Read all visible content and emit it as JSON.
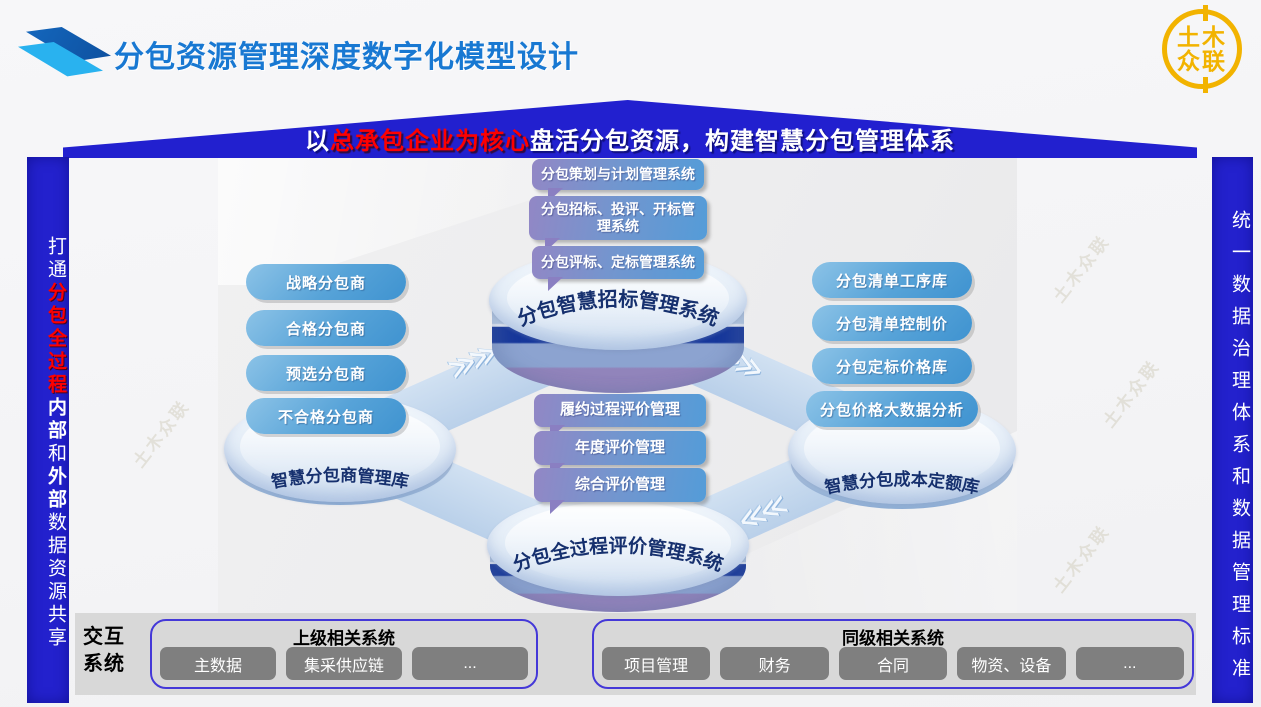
{
  "header": {
    "title": "分包资源管理深度数字化模型设计",
    "logo": {
      "top": "土木",
      "bottom": "众联"
    }
  },
  "banner": {
    "prefix": "以",
    "highlight": "总承包企业为核心",
    "rest": "盘活分包资源，构建智慧分包管理体系"
  },
  "left_bar": {
    "segments": [
      {
        "text": "打通",
        "emphasis": "none"
      },
      {
        "text": "分包全过程",
        "emphasis": "red"
      },
      {
        "text": "内部",
        "emphasis": "bold"
      },
      {
        "text": "和",
        "emphasis": "none"
      },
      {
        "text": "外部",
        "emphasis": "bold"
      },
      {
        "text": "数据资源共享",
        "emphasis": "none"
      }
    ]
  },
  "right_bar": {
    "text": "统一数据治理体系和数据管理标准"
  },
  "diagram": {
    "top_system": {
      "label": "分包智慧招标管理系统",
      "items": [
        "分包策划与计划管理系统",
        "分包招标、投评、开标管理系统",
        "分包评标、定标管理系统"
      ]
    },
    "bottom_system": {
      "label": "分包全过程评价管理系统",
      "items": [
        "履约过程评价管理",
        "年度评价管理",
        "综合评价管理"
      ]
    },
    "left_library": {
      "label": "智慧分包商管理库",
      "items": [
        "战略分包商",
        "合格分包商",
        "预选分包商",
        "不合格分包商"
      ]
    },
    "right_library": {
      "label": "智慧分包成本定额库",
      "items": [
        "分包清单工序库",
        "分包清单控制价",
        "分包定标价格库",
        "分包价格大数据分析"
      ]
    },
    "flow_glyph": "≫≫",
    "flow_glyph_back": "≪≪"
  },
  "interaction": {
    "label": "交互系统",
    "groups": [
      {
        "title": "上级相关系统",
        "buttons": [
          "主数据",
          "集采供应链",
          "..."
        ]
      },
      {
        "title": "同级相关系统",
        "buttons": [
          "项目管理",
          "财务",
          "合同",
          "物资、设备",
          "..."
        ]
      }
    ]
  },
  "watermark": "土木众联",
  "colors": {
    "title_blue": "#1878d2",
    "banner_blue": "#2220cf",
    "highlight_red": "#fe0000",
    "logo_gold": "#f2b300",
    "navy_stripe": "#16379b",
    "pill_blue": "#3f93d0",
    "bubble_purple": "#9287c5",
    "bubble_blue": "#549cd8",
    "button_gray": "#7f7f7f",
    "box_border": "#4438d8"
  }
}
